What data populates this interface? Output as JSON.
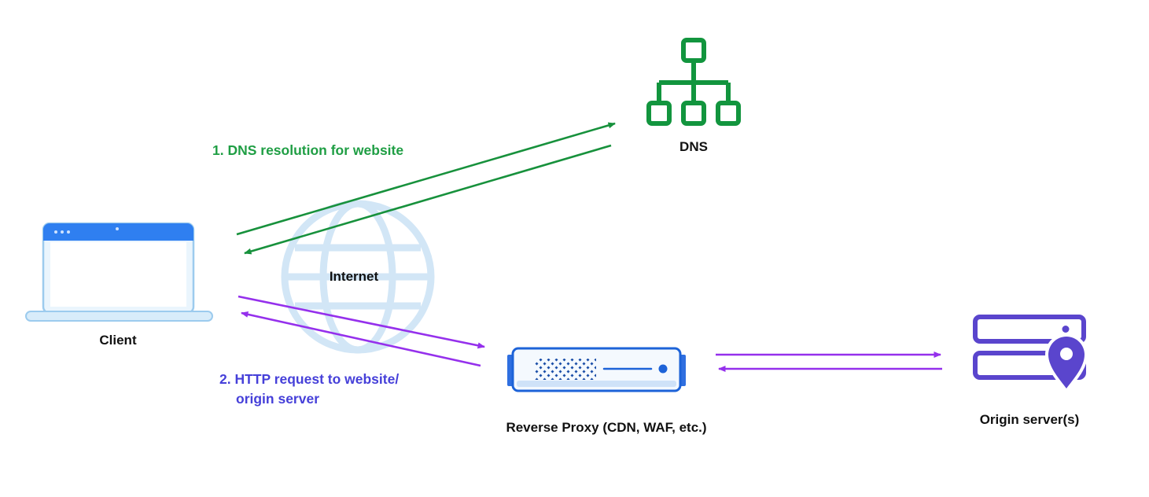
{
  "nodes": {
    "client": {
      "label": "Client"
    },
    "internet": {
      "label": "Internet"
    },
    "dns": {
      "label": "DNS"
    },
    "reverse_proxy": {
      "label": "Reverse Proxy (CDN, WAF, etc.)"
    },
    "origin_server": {
      "label": "Origin server(s)"
    }
  },
  "steps": {
    "step1": {
      "label": "1. DNS resolution for website",
      "color": "#1f9e44"
    },
    "step2": {
      "line1": "2. HTTP request to website/",
      "line2": "origin server",
      "color": "#4640d9"
    }
  },
  "colors": {
    "green_arrow": "#17913c",
    "purple_arrow": "#9530ec",
    "proxy_blue": "#1d63d8",
    "origin_purple": "#5a45cd",
    "laptop_bar_blue": "#2f7ff0",
    "laptop_light_blue": "#d8ecfa",
    "globe_blue": "#d2e6f6"
  }
}
